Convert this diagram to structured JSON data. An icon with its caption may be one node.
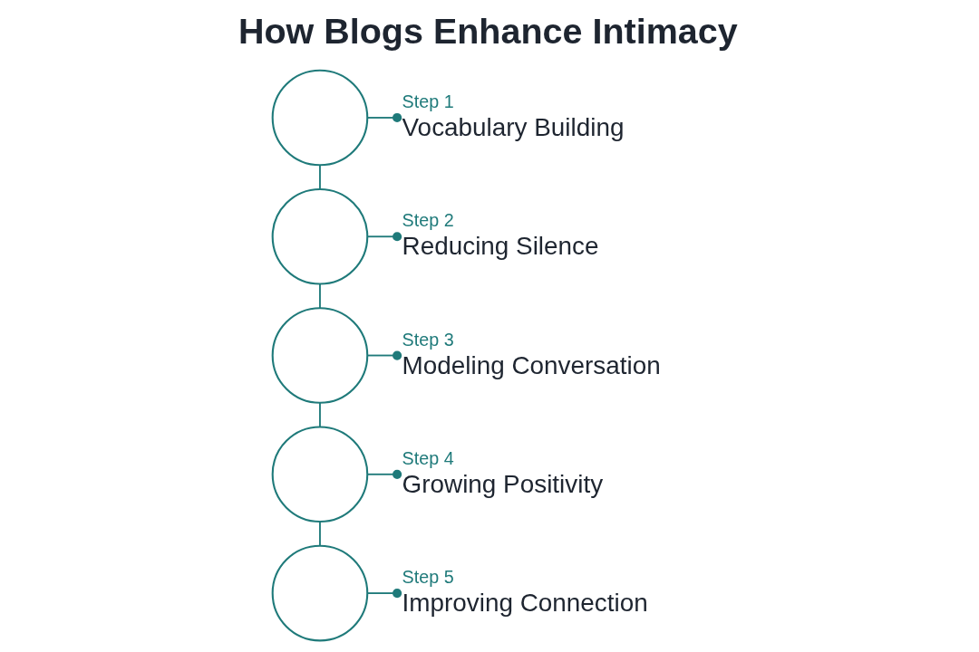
{
  "diagram": {
    "title": "How Blogs Enhance Intimacy",
    "nodes": [
      {
        "text": [],
        "shape": "circle"
      },
      {
        "text": [
          "Step 1",
          "Vocabulary Building"
        ]
      },
      {
        "text": [],
        "shape": "circle"
      },
      {
        "text": [
          "Step 2",
          "Reducing Silence"
        ]
      },
      {
        "text": [],
        "shape": "circle"
      },
      {
        "text": [
          "Step 3",
          "Modeling Conversation"
        ]
      },
      {
        "text": [],
        "shape": "circle"
      },
      {
        "text": [
          "Step 4",
          "Growing Positivity"
        ]
      },
      {
        "text": [],
        "shape": "circle"
      },
      {
        "text": [
          "Step 5",
          "Improving Connection"
        ]
      }
    ],
    "edges": [
      {
        "from": 0,
        "to": 1,
        "arrow": "other"
      },
      {
        "from": 0,
        "to": 2,
        "arrow": "none"
      },
      {
        "from": 2,
        "to": 3,
        "arrow": "other"
      },
      {
        "from": 2,
        "to": 4,
        "arrow": "none"
      },
      {
        "from": 4,
        "to": 5,
        "arrow": "other"
      },
      {
        "from": 4,
        "to": 6,
        "arrow": "none"
      },
      {
        "from": 6,
        "to": 7,
        "arrow": "other"
      },
      {
        "from": 6,
        "to": 8,
        "arrow": "none"
      },
      {
        "from": 8,
        "to": 9,
        "arrow": "other"
      }
    ]
  }
}
